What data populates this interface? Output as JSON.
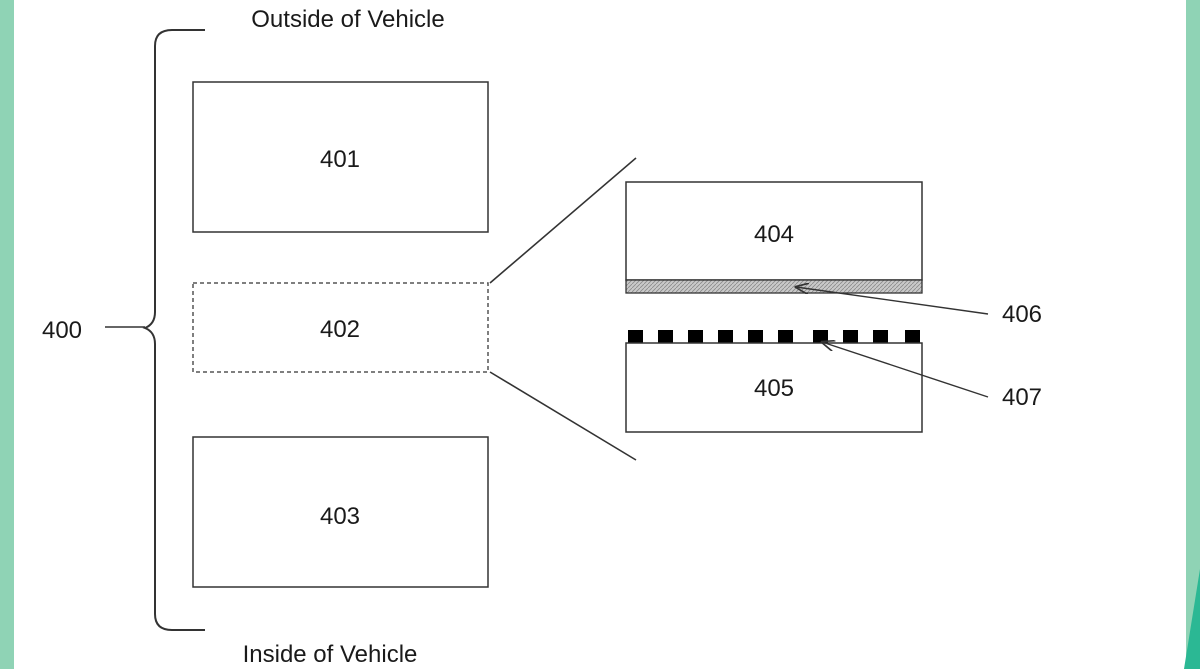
{
  "labels": {
    "outside": "Outside of Vehicle",
    "inside": "Inside of Vehicle",
    "assembly": "400",
    "box_401": "401",
    "box_402": "402",
    "box_403": "403",
    "box_404": "404",
    "box_405": "405",
    "callout_406": "406",
    "callout_407": "407"
  },
  "colors": {
    "side_band": "#8fd3b5",
    "corner_accent": "#2bb894",
    "stroke": "#333333",
    "hatch_layer": "#b5b5b5",
    "dots": "#000000"
  }
}
